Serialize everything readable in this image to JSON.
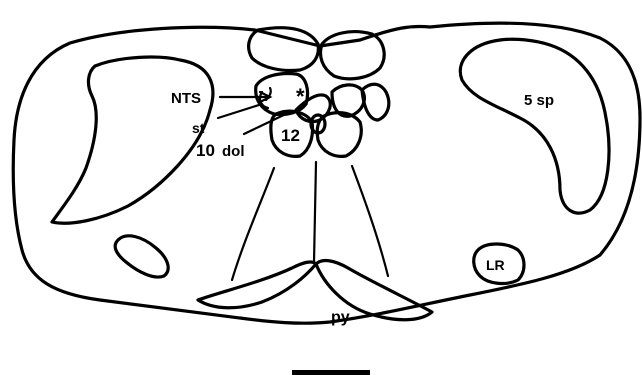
{
  "labels": {
    "nts": "NTS",
    "st": "st",
    "dol_num": "10",
    "dol": "dol",
    "hypoglossal": "12",
    "asterisk": "*",
    "spinal_trigeminal": "5 sp",
    "lateral_reticular": "LR",
    "pyramid": "py"
  },
  "colors": {
    "ink": "#000000",
    "background": "#ffffff"
  }
}
